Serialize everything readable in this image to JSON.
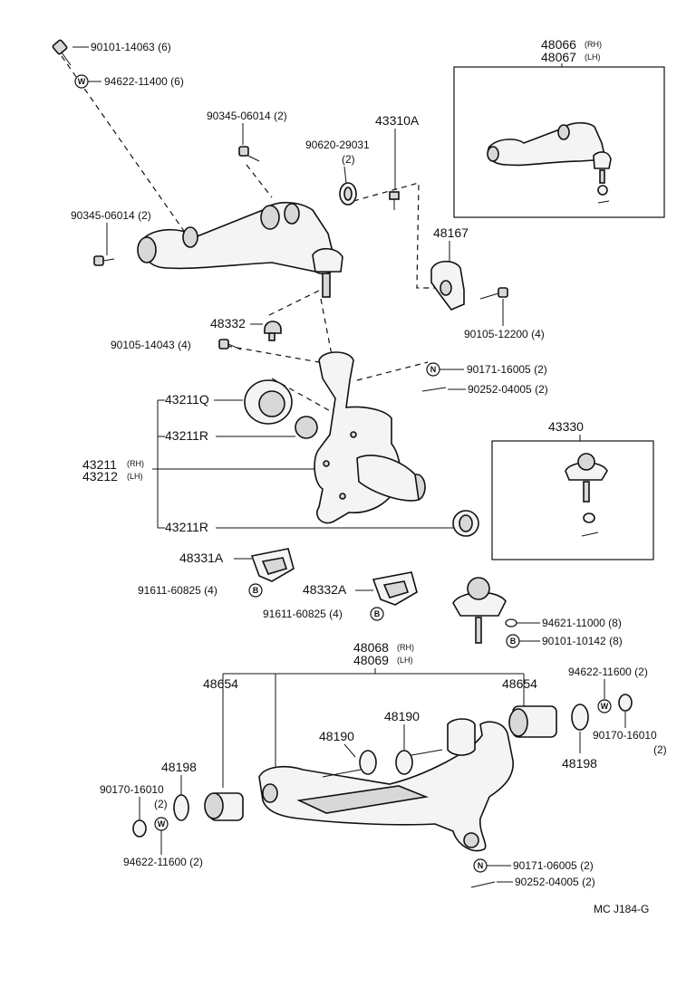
{
  "labels": {
    "bolt_top": "90101-14063 (6)",
    "washer_top": "94622-11400 (6)",
    "bolt_90345_a": "90345-06014 (2)",
    "bolt_90345_b": "90345-06014 (2)",
    "ring_90620": "90620-29031",
    "ring_90620_qty": "(2)",
    "p43310a": "43310A",
    "p48066": "48066",
    "p48067": "48067",
    "p48167": "48167",
    "bolt_90105_12200": "90105-12200 (4)",
    "p48332": "48332",
    "bolt_90105_14043": "90105-14043 (4)",
    "nut_90171_16005": "90171-16005 (2)",
    "pin_90252_a": "90252-04005 (2)",
    "p43211q": "43211Q",
    "p43211r_a": "43211R",
    "p43211": "43211",
    "p43212": "43212",
    "p43211r_b": "43211R",
    "p43330": "43330",
    "p48331a": "48331A",
    "bolt_91611_a": "91611-60825 (4)",
    "p48332a": "48332A",
    "bolt_91611_b": "91611-60825 (4)",
    "washer_94621": "94621-11000 (8)",
    "bolt_90101_10142": "90101-10142 (8)",
    "p48068": "48068",
    "p48069": "48069",
    "p48654_a": "48654",
    "p48654_b": "48654",
    "washer_94622_a": "94622-11600 (2)",
    "nut_90170_a": "90170-16010",
    "nut_90170_a_qty": "(2)",
    "p48190_a": "48190",
    "p48190_b": "48190",
    "p48198_a": "48198",
    "p48198_b": "48198",
    "nut_90170_b": "90170-16010",
    "nut_90170_b_qty": "(2)",
    "washer_94622_b": "94622-11600 (2)",
    "nut_90171_06005": "90171-06005 (2)",
    "pin_90252_b": "90252-04005 (2)",
    "footer": "MC  J184-G"
  },
  "side_tags": {
    "rh": "(RH)",
    "lh": "(LH)"
  },
  "symbols": {
    "washer": "W",
    "nut": "N",
    "bolt": "B"
  }
}
